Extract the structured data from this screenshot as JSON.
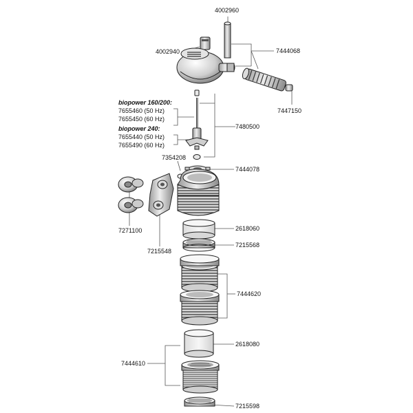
{
  "parts": {
    "p4002960": "4002960",
    "p4002940": "4002940",
    "p7444068": "7444068",
    "p7447150": "7447150",
    "p7480500": "7480500",
    "p7354208": "7354208",
    "p7444078": "7444078",
    "p7271100": "7271100",
    "p7215548": "7215548",
    "p2618060": "2618060",
    "p7215568": "7215568",
    "p7444620": "7444620",
    "p7444610": "7444610",
    "p2618080": "2618080",
    "p7215598": "7215598"
  },
  "motor_group_1": {
    "heading": "biopower 160/200:",
    "line1": "7655460 (50 Hz)",
    "line2": "7655450 (60 Hz)"
  },
  "motor_group_2": {
    "heading": "biopower 240:",
    "line1": "7655440 (50 Hz)",
    "line2": "7655490 (60 Hz)"
  }
}
